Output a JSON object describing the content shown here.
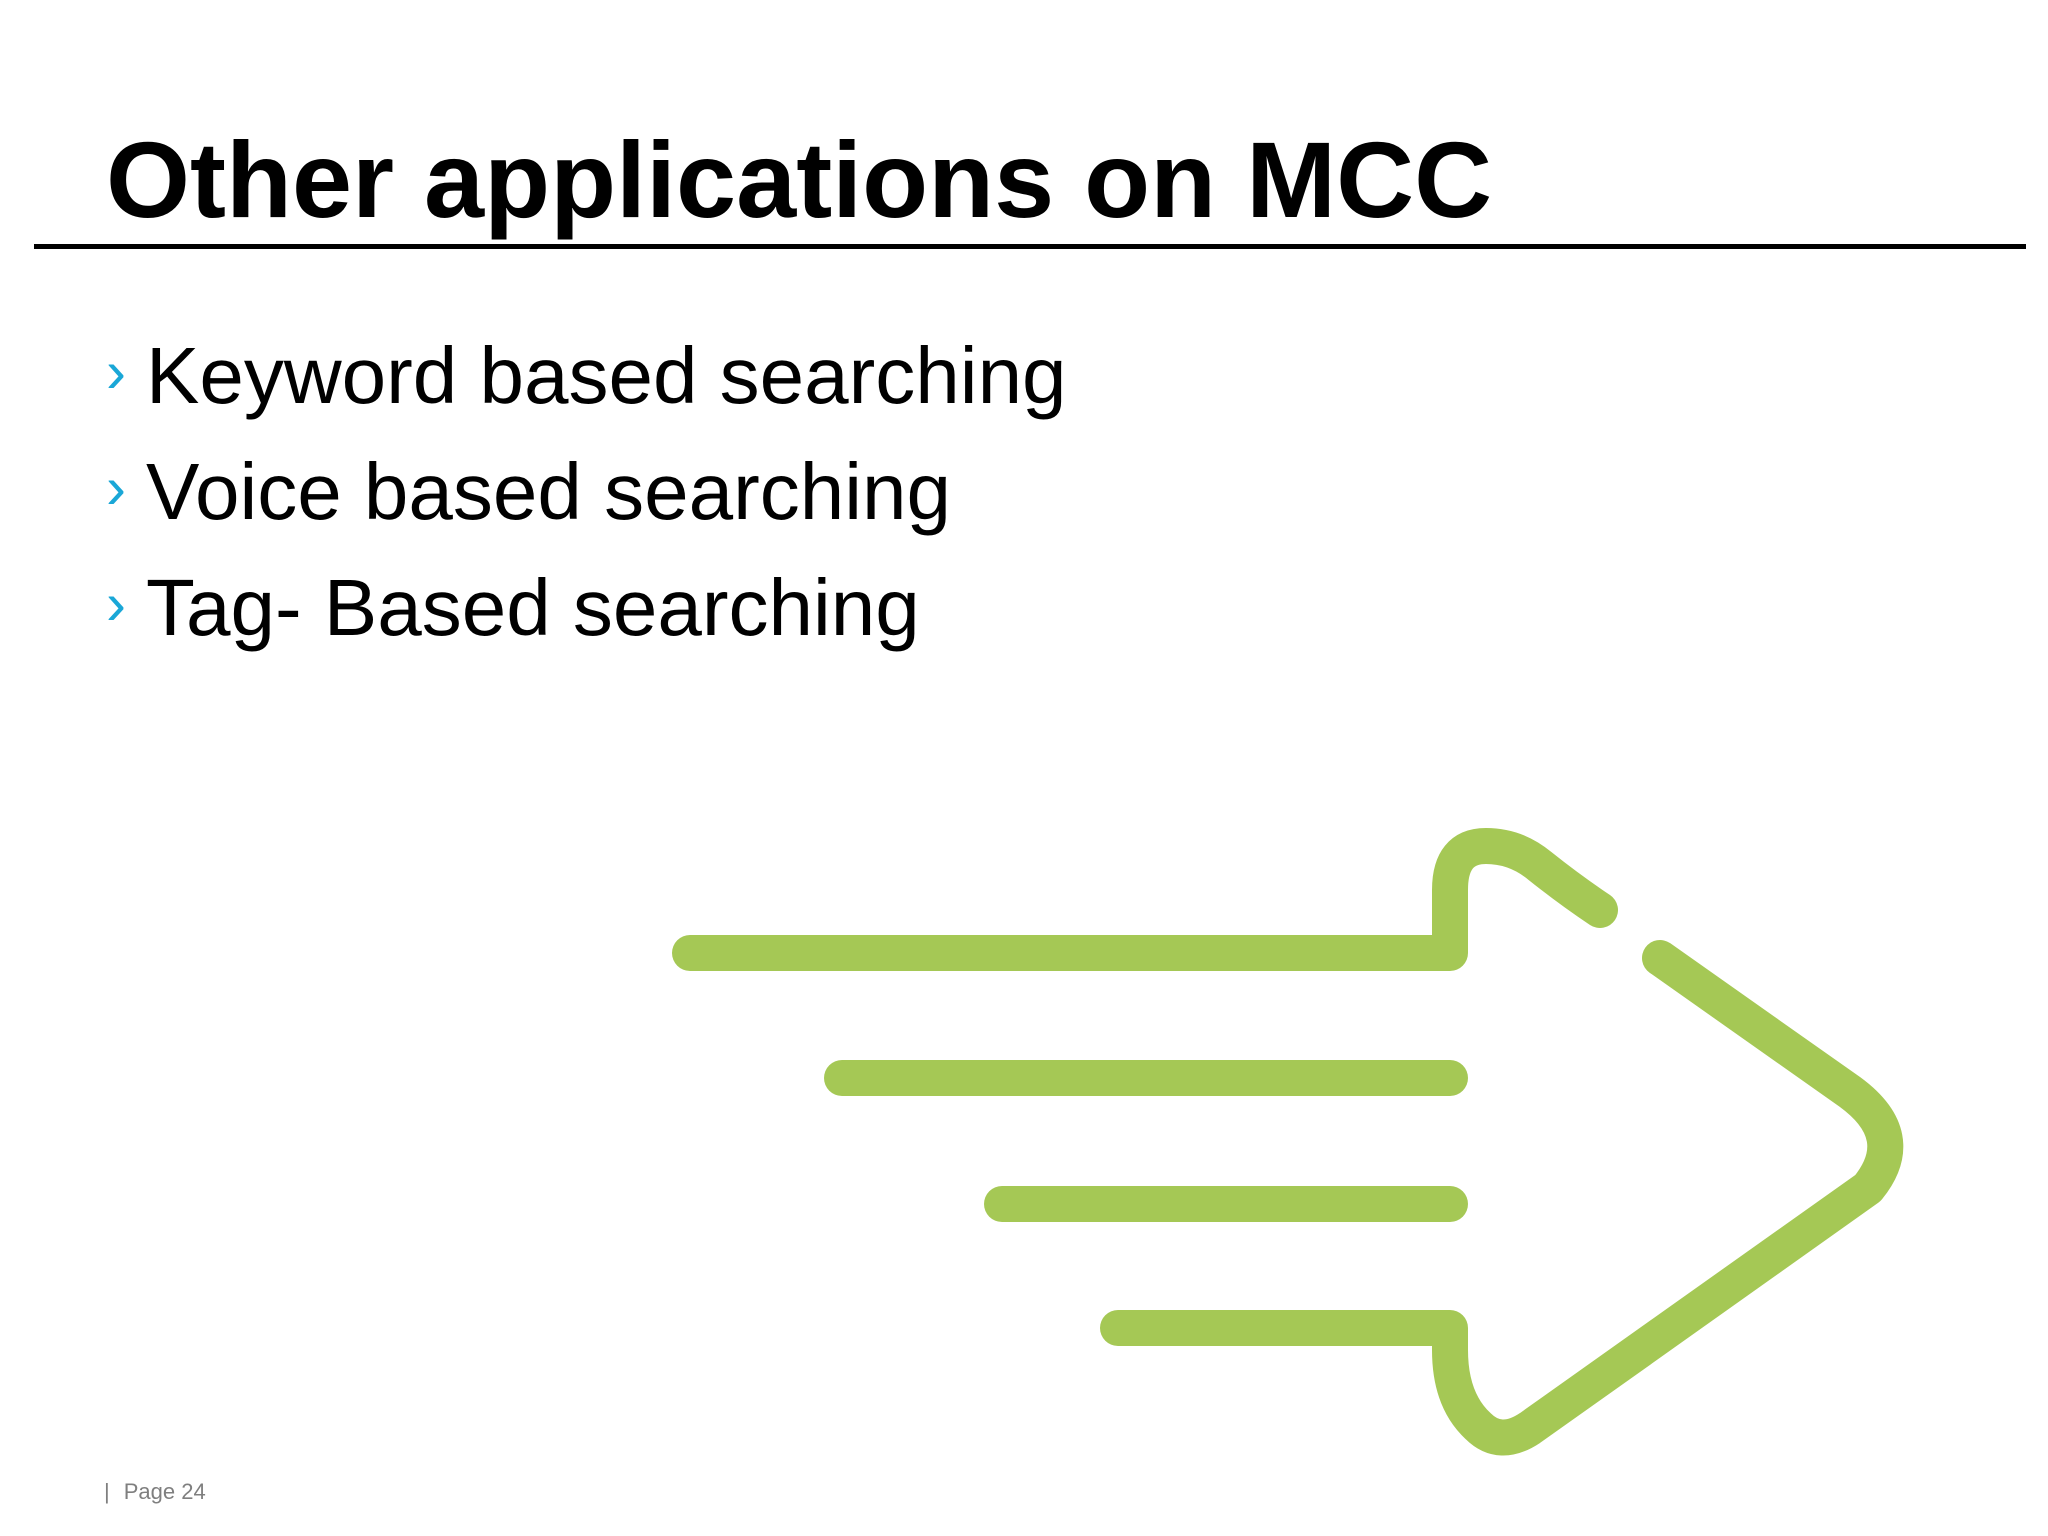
{
  "slide": {
    "title": "Other applications on MCC",
    "bullets": [
      {
        "marker": "›",
        "text": "Keyword based searching"
      },
      {
        "marker": "›",
        "text": "Voice based searching"
      },
      {
        "marker": "›",
        "text": "Tag- Based searching"
      }
    ]
  },
  "graphic": {
    "icon": "speed-arrow-icon",
    "color": "#a5c855"
  },
  "colors": {
    "bullet_marker": "#1aa7d7",
    "footer_text": "#7f7f7f"
  },
  "footer": {
    "separator": "|",
    "page_label": "Page 24"
  }
}
